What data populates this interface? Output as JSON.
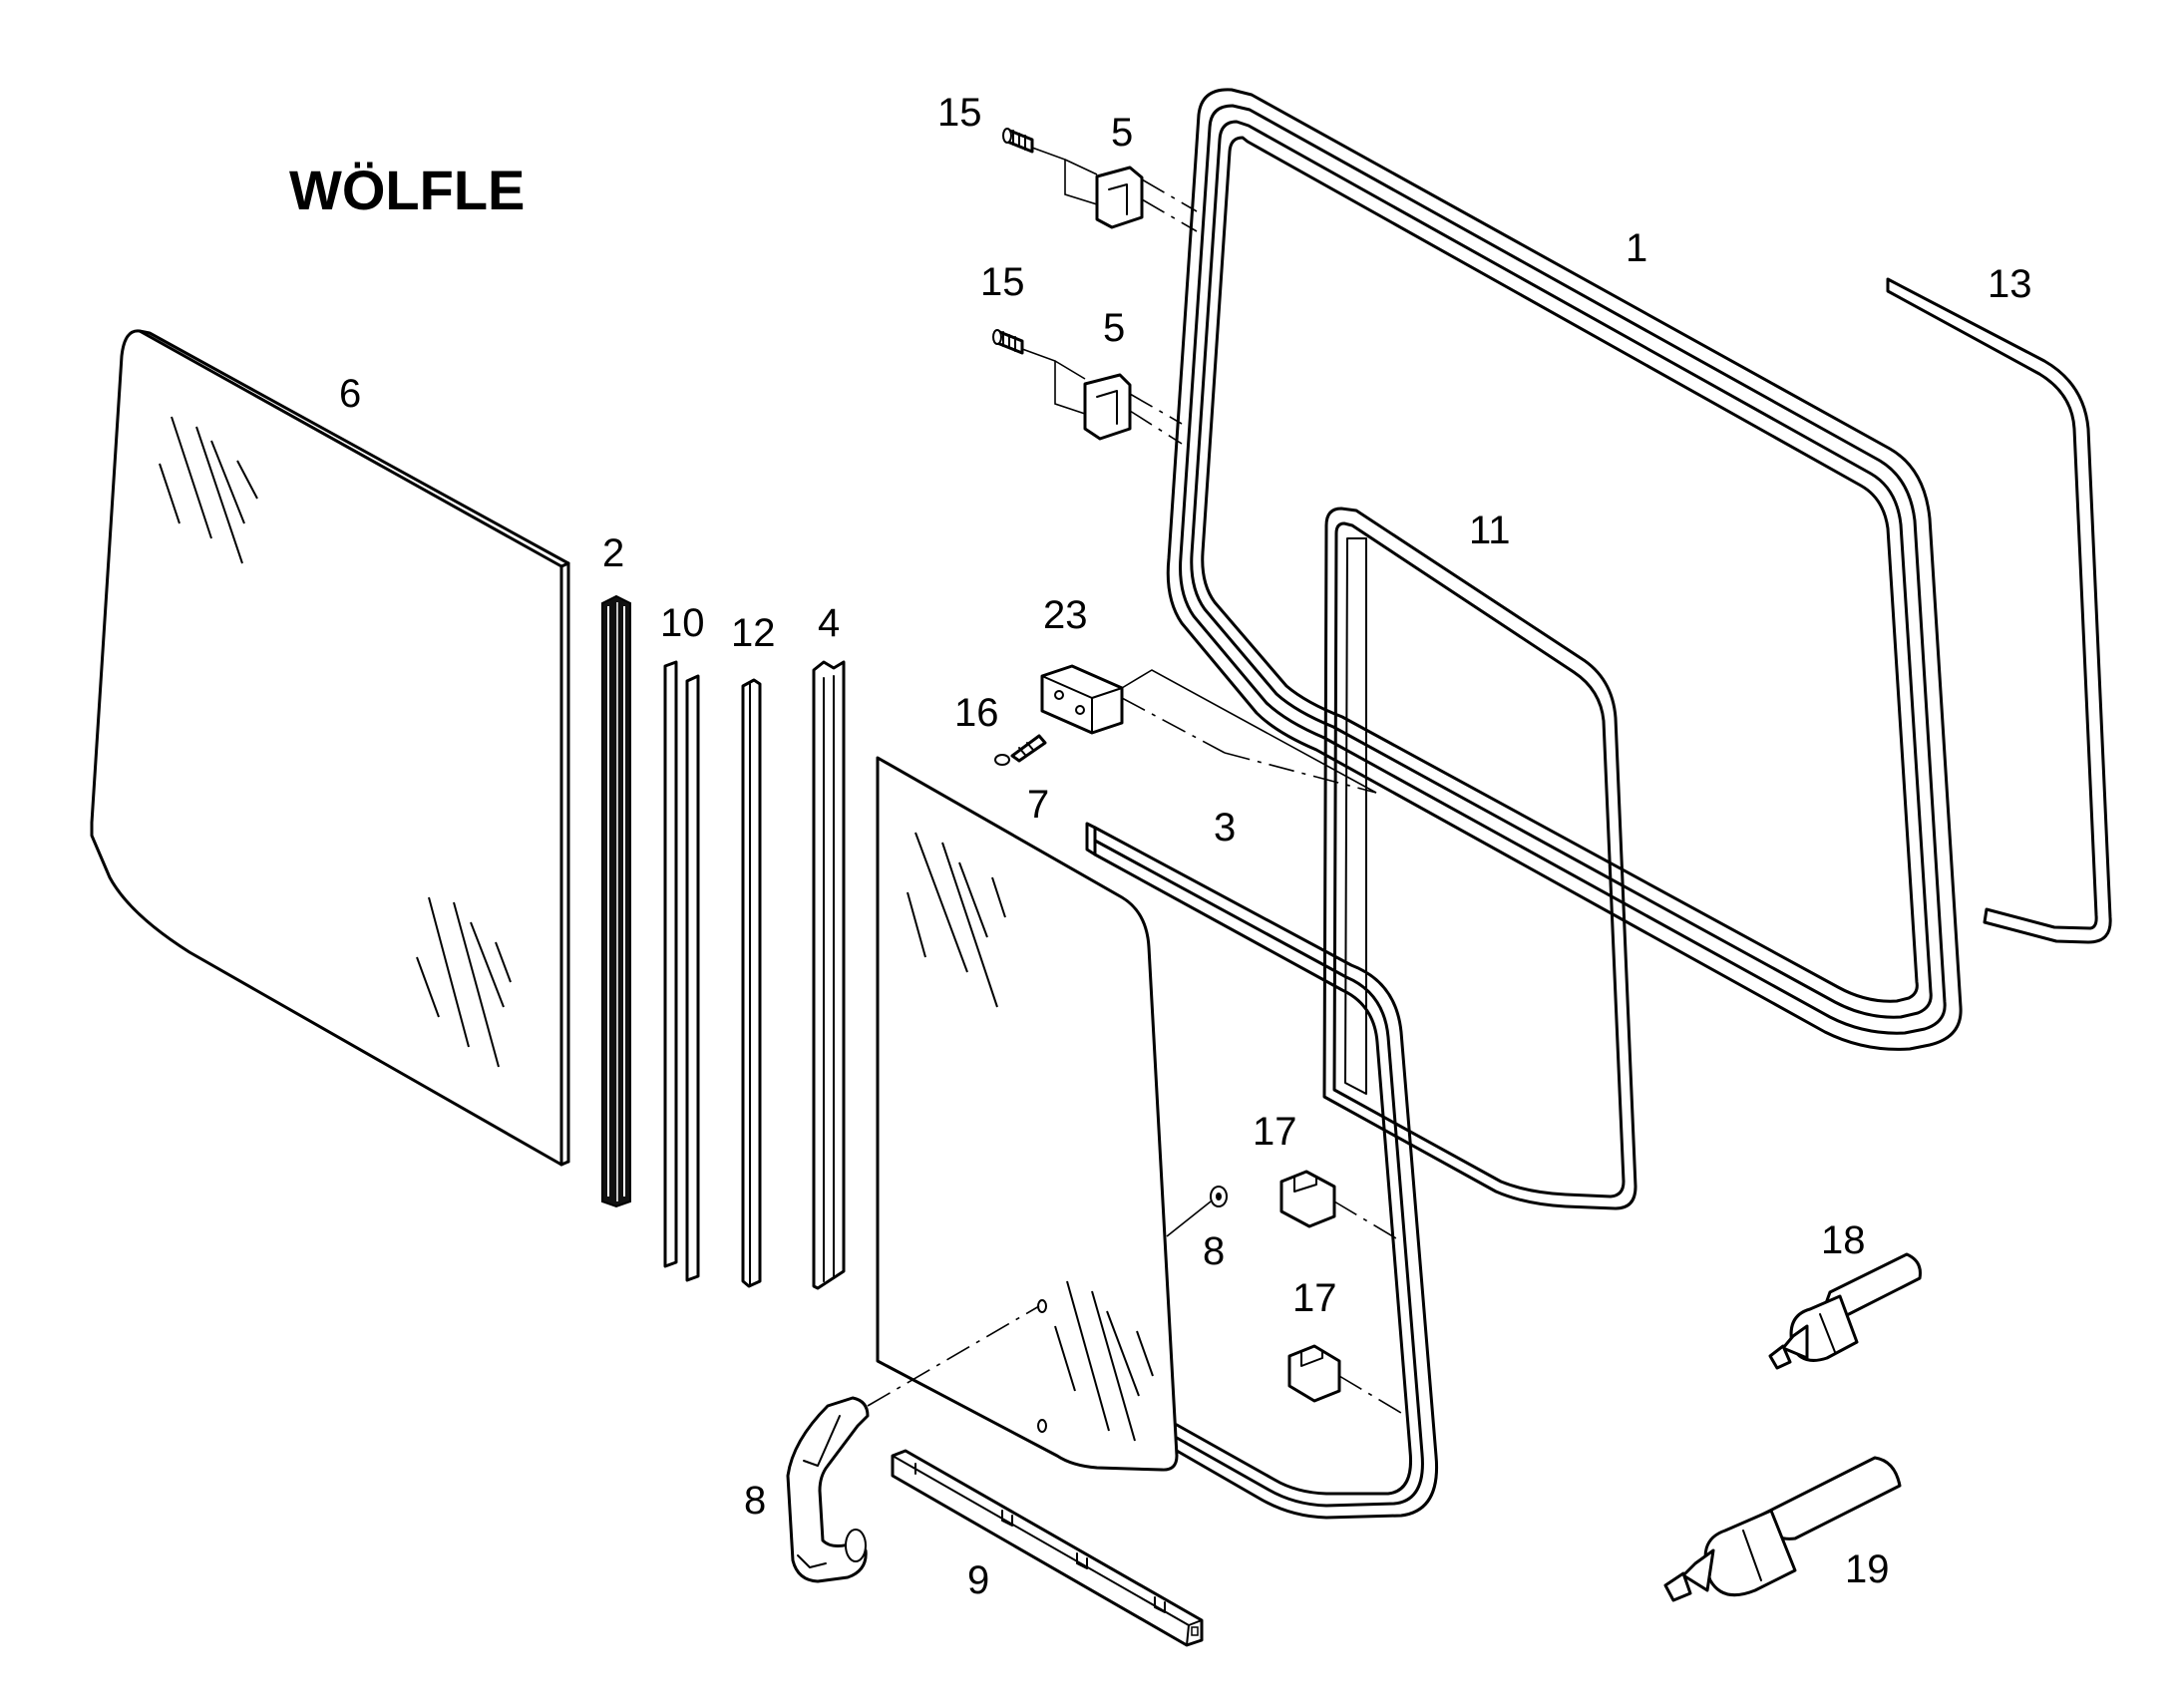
{
  "brand": "WÖLFLE",
  "callouts": {
    "c1": "1",
    "c2": "2",
    "c3": "3",
    "c4": "4",
    "c5a": "5",
    "c5b": "5",
    "c6": "6",
    "c7": "7",
    "c8a": "8",
    "c8b": "8",
    "c9": "9",
    "c10": "10",
    "c11": "11",
    "c12": "12",
    "c13": "13",
    "c15a": "15",
    "c15b": "15",
    "c16": "16",
    "c17a": "17",
    "c17b": "17",
    "c18": "18",
    "c19": "19",
    "c23": "23"
  }
}
